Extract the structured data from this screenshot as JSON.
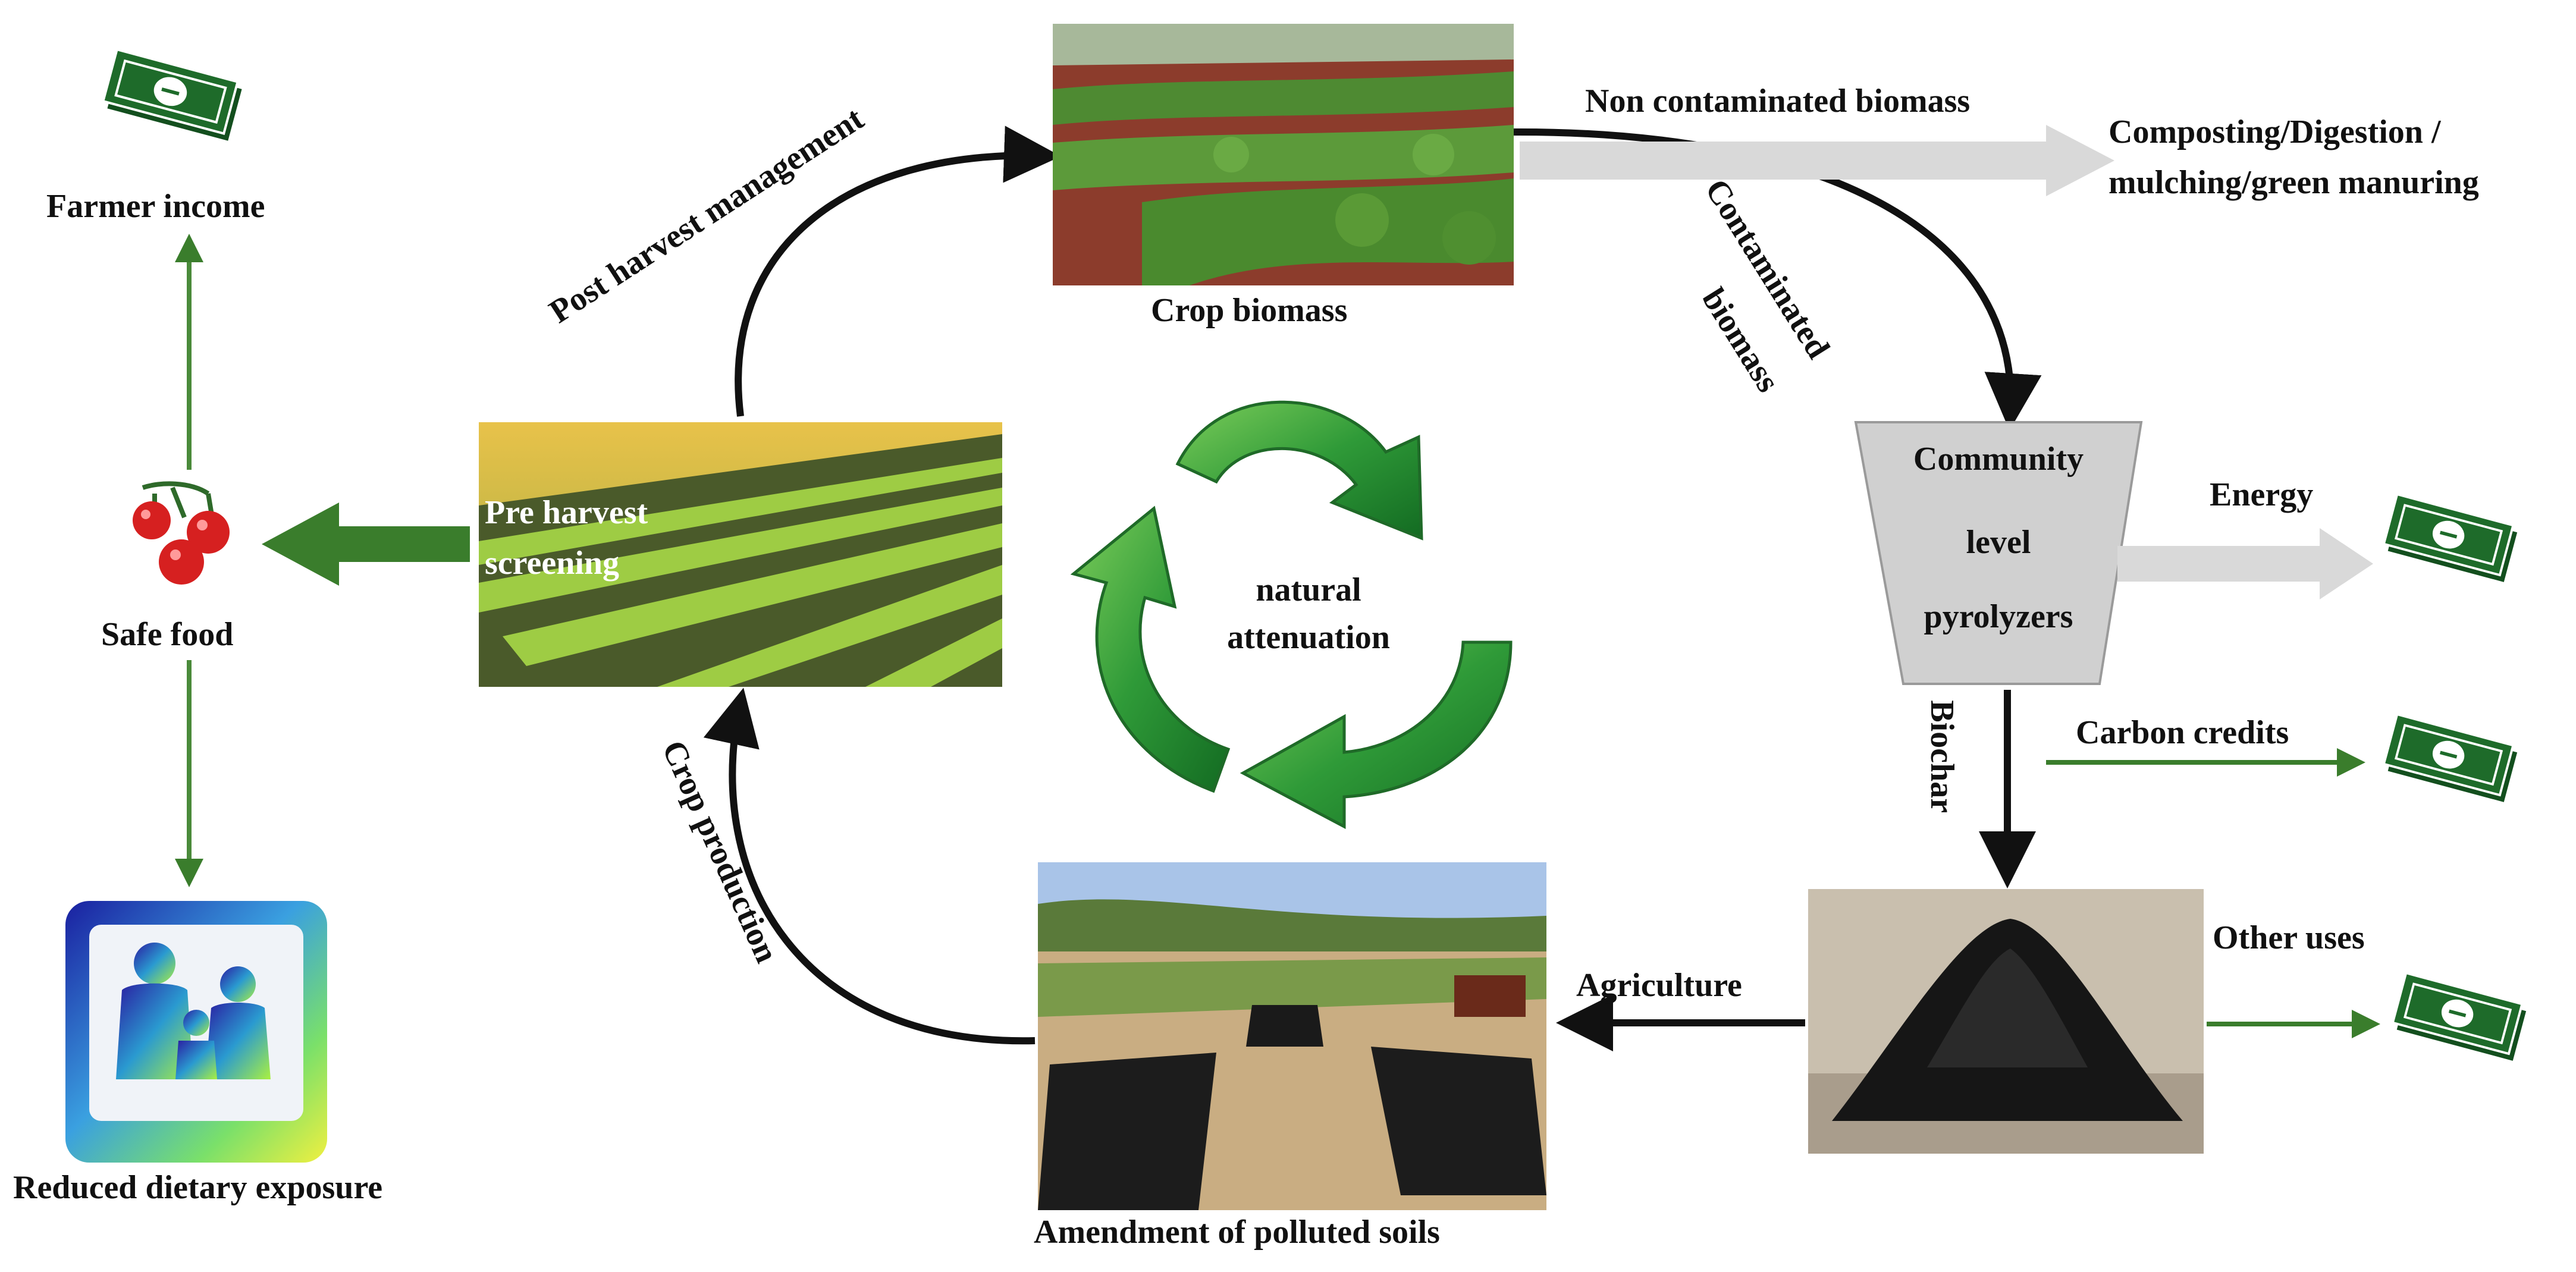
{
  "labels": {
    "farmer_income": "Farmer income",
    "safe_food": "Safe food",
    "reduced_exposure": "Reduced dietary exposure",
    "post_harvest": "Post harvest management",
    "crop_biomass": "Crop biomass",
    "non_contaminated": "Non contaminated biomass",
    "composting_line1": "Composting/Digestion /",
    "composting_line2": "mulching/green manuring",
    "contaminated_line1": "Contaminated",
    "contaminated_line2": "biomass",
    "pyrolyzer_line1": "Community",
    "pyrolyzer_line2": "level",
    "pyrolyzer_line3": "pyrolyzers",
    "energy": "Energy",
    "carbon_credits": "Carbon credits",
    "biochar": "Biochar",
    "other_uses": "Other uses",
    "agriculture": "Agriculture",
    "amendment": "Amendment of polluted soils",
    "crop_production": "Crop production",
    "pre_harvest_line1": "Pre harvest",
    "pre_harvest_line2": "screening",
    "natural_line1": "natural",
    "natural_line2": "attenuation"
  },
  "colors": {
    "green_arrow": "#3a7d2c",
    "recycle_green": "#2e9a3a",
    "grey_arrow": "#d9d9d9",
    "black_arrow": "#111111",
    "money_green": "#1e6b2a"
  },
  "icons": {
    "money": "money-bill-icon",
    "tomato": "tomato-icon",
    "family": "family-icon",
    "recycle": "recycle-arrows-icon"
  }
}
